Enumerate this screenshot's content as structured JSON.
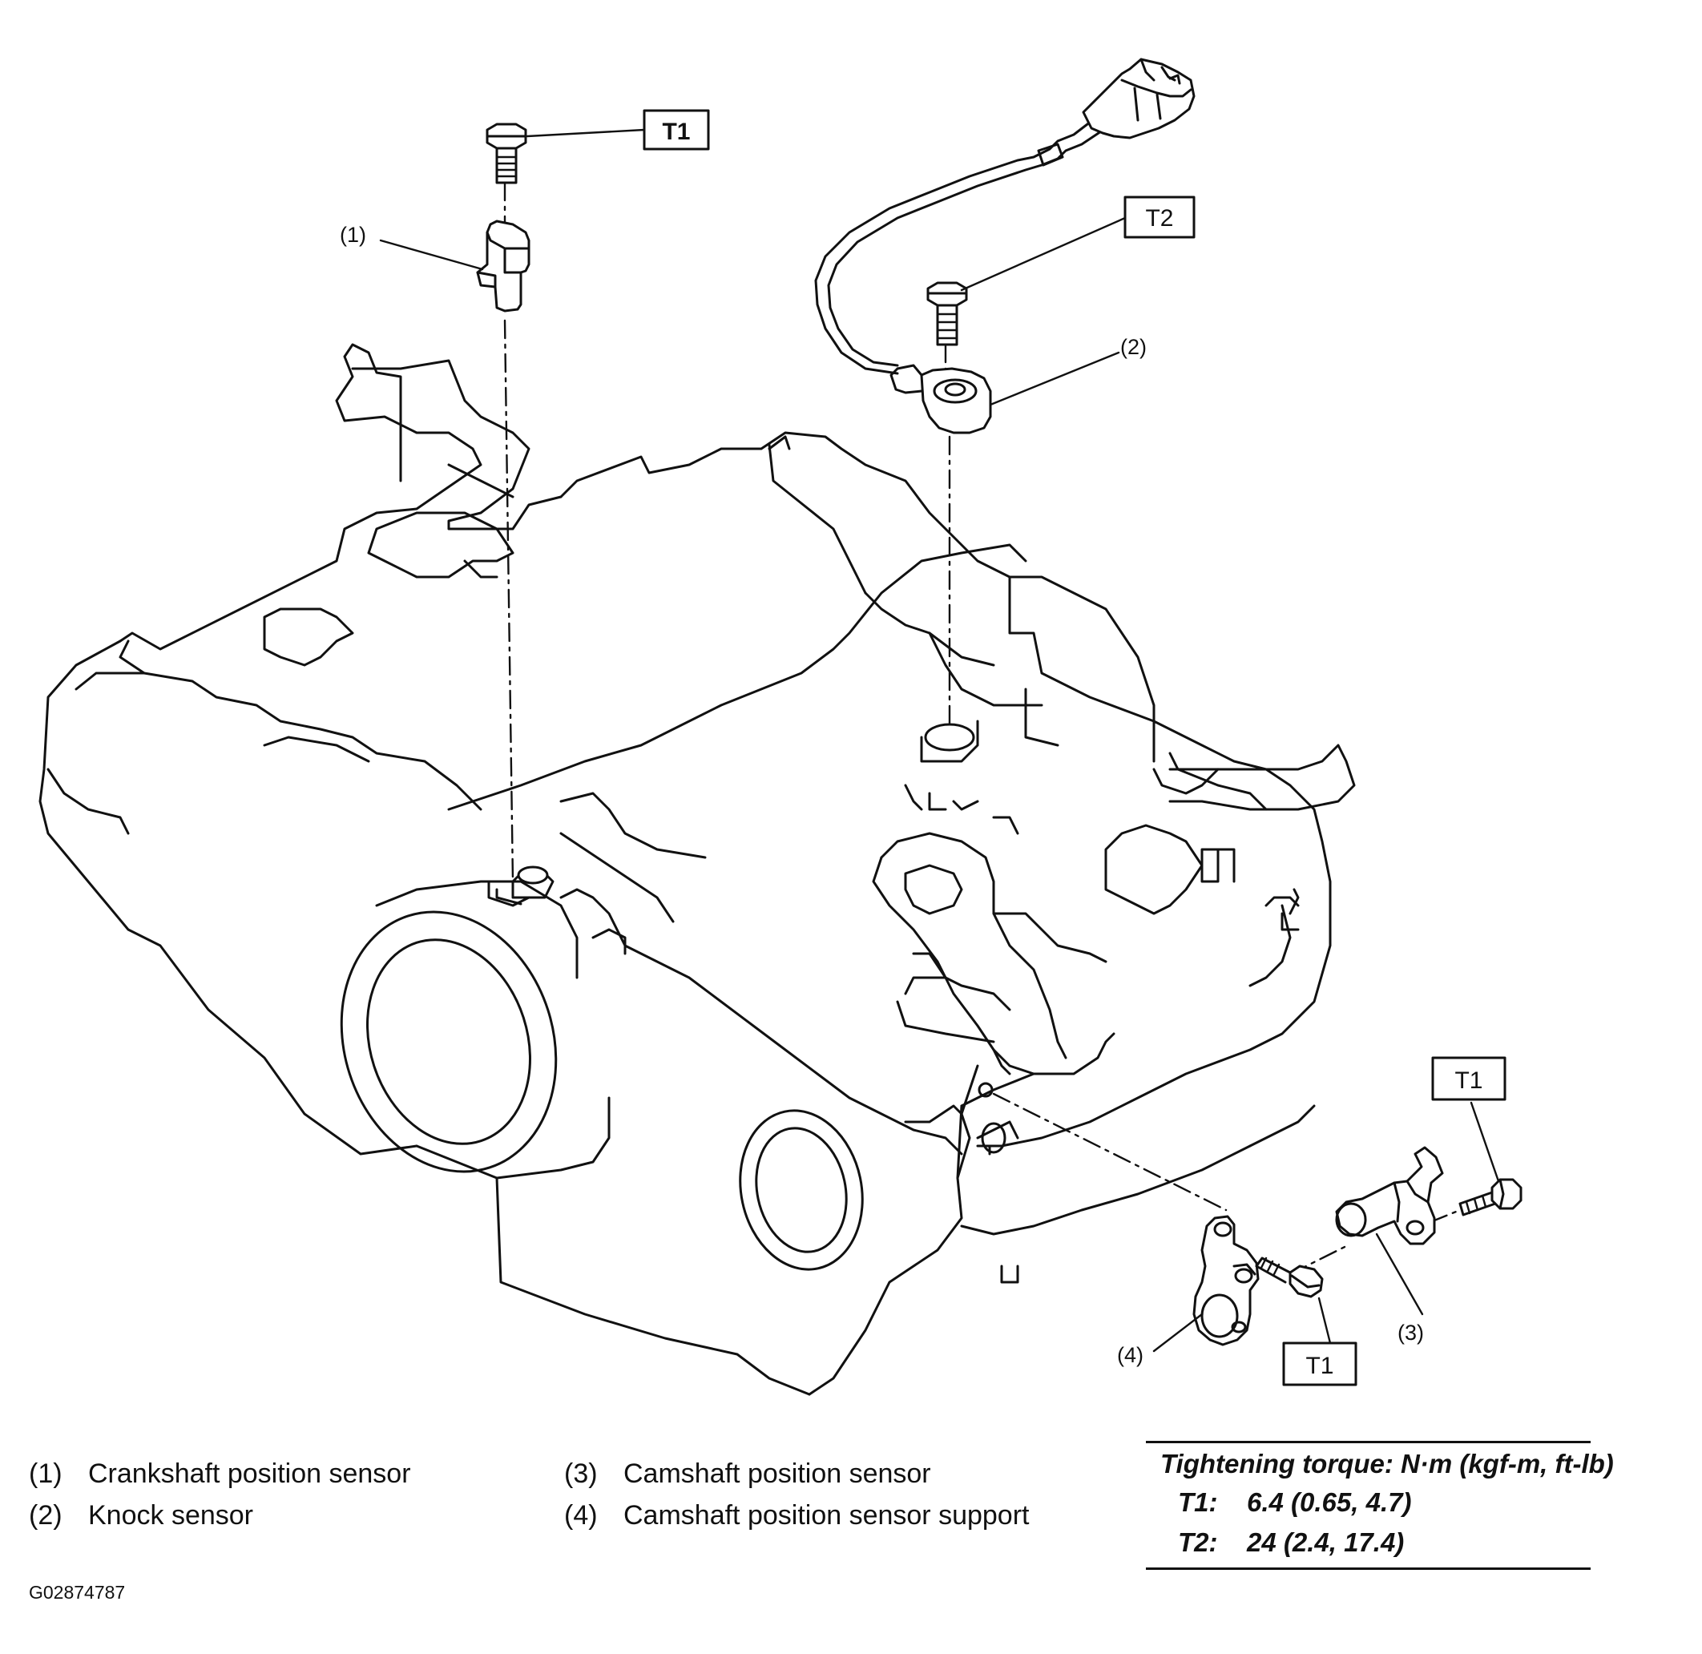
{
  "callouts": {
    "c1": "(1)",
    "c2": "(2)",
    "c3": "(3)",
    "c4": "(4)"
  },
  "torque_labels": {
    "top_t1": "T1",
    "t2": "T2",
    "right_t1": "T1",
    "bottom_t1": "T1"
  },
  "legend": {
    "items": [
      {
        "num": "(1)",
        "label": "Crankshaft position sensor"
      },
      {
        "num": "(2)",
        "label": "Knock sensor"
      },
      {
        "num": "(3)",
        "label": "Camshaft position sensor"
      },
      {
        "num": "(4)",
        "label": "Camshaft position sensor support"
      }
    ]
  },
  "torque_table": {
    "title": "Tightening torque: N·m (kgf-m, ft-lb)",
    "rows": [
      {
        "key": "T1:",
        "value": "6.4 (0.65, 4.7)"
      },
      {
        "key": "T2:",
        "value": "24 (2.4, 17.4)"
      }
    ]
  },
  "figure_id": "G02874787"
}
